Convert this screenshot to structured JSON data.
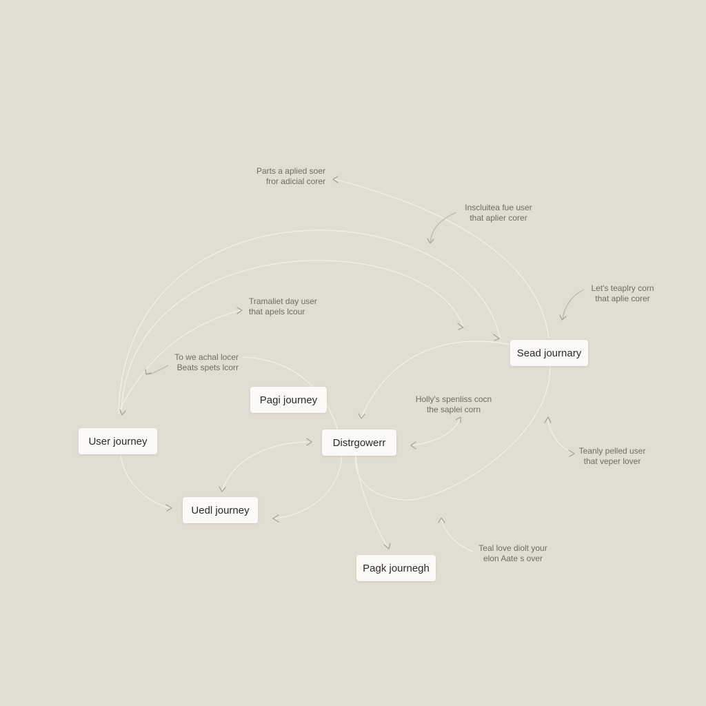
{
  "nodes": {
    "user_journey": "User journey",
    "pagi_journey": "Pagi journey",
    "distrgowerr": "Distrgowerr",
    "sead_journary": "Sead journary",
    "uedl_journey": "Uedl journey",
    "pagk_journegh": "Pagk journegh"
  },
  "notes": {
    "top_left": [
      "Parts a aplied soer",
      "fror adicial corer"
    ],
    "top_right": [
      "Inscluitea fue user",
      "that aplier corer"
    ],
    "mid_left": [
      "Tramaliet day user",
      "that apels lcour"
    ],
    "far_right": [
      "Let's teaplry corn",
      "that aplie corer"
    ],
    "left": [
      "To we achal locer",
      "Beats spets lcorr"
    ],
    "center": [
      "Holly's spenliss cocn",
      "the saplei corn"
    ],
    "right_lower": [
      "Teanly pelled user",
      "that veper lover"
    ],
    "bottom_right": [
      "Teal love diolt your",
      "elon Aate s over"
    ]
  },
  "colors": {
    "background": "#e2ddd2",
    "node_fill": "#fbfaf6",
    "edge": "#f3f0ea",
    "arrow": "#a39e95",
    "text": "#2c2a26",
    "note_text": "#6f6b63"
  }
}
